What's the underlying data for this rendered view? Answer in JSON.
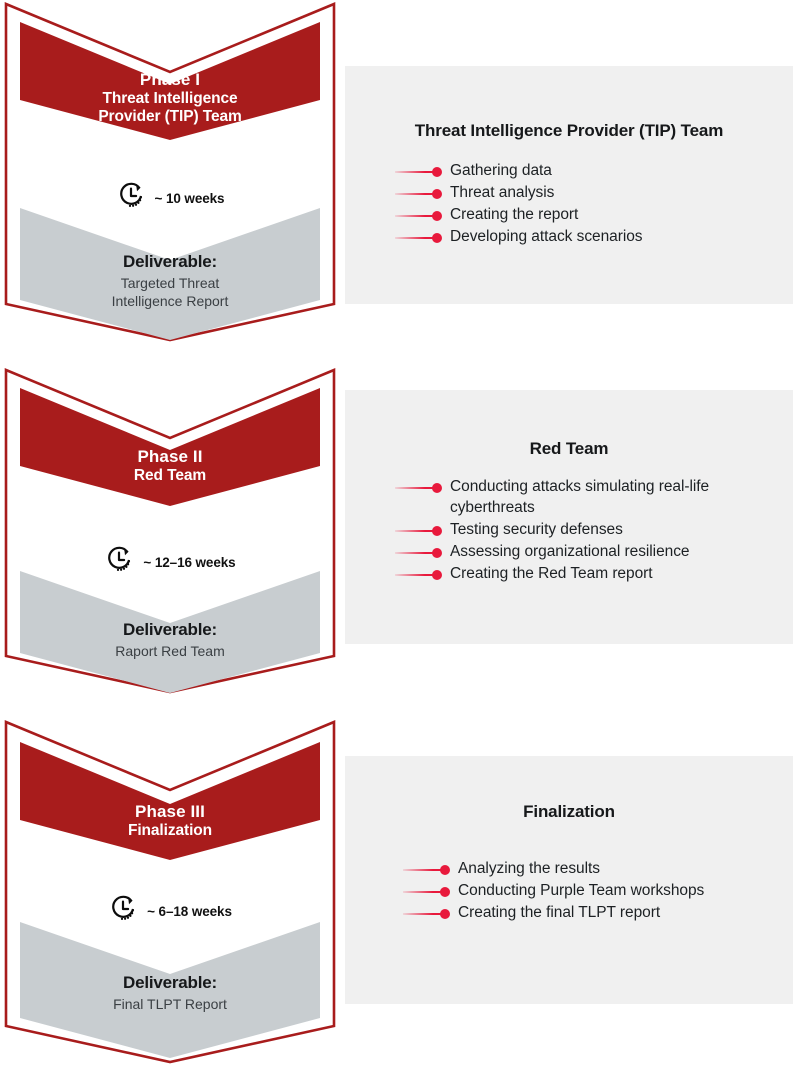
{
  "colors": {
    "chevron_red": "#a81c1c",
    "outline_red": "#a81c1c",
    "chevron_gray": "#c8cdd0",
    "panel_bg": "#f0f0f0",
    "bullet_red": "#e8193c",
    "page_bg": "#ffffff"
  },
  "phases": [
    {
      "id": "phase-1",
      "phase_label": "Phase I",
      "phase_name": "Threat Intelligence\nProvider (TIP) Team",
      "phase_name_line1": "Threat Intelligence",
      "phase_name_line2": "Provider (TIP) Team",
      "duration_icon": "clock-icon",
      "duration": "~ 10 weeks",
      "deliverable_label": "Deliverable:",
      "deliverable_value_line1": "Targeted Threat",
      "deliverable_value_line2": "Intelligence Report",
      "panel": {
        "title": "Threat Intelligence Provider (TIP) Team",
        "items": [
          "Gathering data",
          "Threat analysis",
          "Creating the report",
          "Developing attack scenarios"
        ]
      }
    },
    {
      "id": "phase-2",
      "phase_label": "Phase II",
      "phase_name_line1": "Red Team",
      "phase_name_line2": "",
      "duration_icon": "clock-icon",
      "duration": "~ 12–16 weeks",
      "deliverable_label": "Deliverable:",
      "deliverable_value_line1": "Raport Red Team",
      "deliverable_value_line2": "",
      "panel": {
        "title": "Red Team",
        "items": [
          "Conducting attacks simulating real-life cyberthreats",
          "Testing security defenses",
          "Assessing organizational resilience",
          "Creating the Red Team report"
        ]
      }
    },
    {
      "id": "phase-3",
      "phase_label": "Phase III",
      "phase_name_line1": "Finalization",
      "phase_name_line2": "",
      "duration_icon": "clock-icon",
      "duration": "~ 6–18 weeks",
      "deliverable_label": "Deliverable:",
      "deliverable_value_line1": "Final TLPT Report",
      "deliverable_value_line2": "",
      "panel": {
        "title": "Finalization",
        "items": [
          "Analyzing the results",
          "Conducting Purple Team workshops",
          "Creating the final TLPT report"
        ]
      }
    }
  ]
}
